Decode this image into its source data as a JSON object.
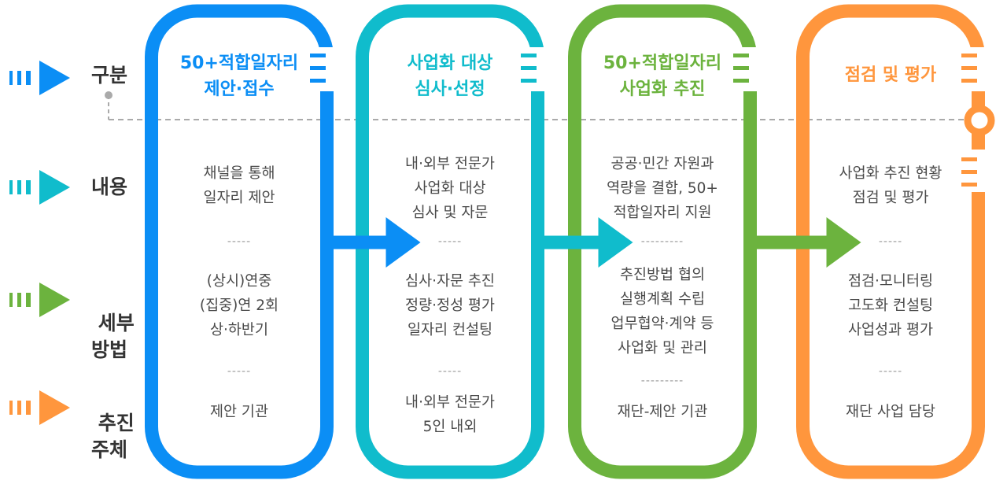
{
  "colors": {
    "blue": "#0b8ef5",
    "teal": "#10bccc",
    "green": "#6cb33e",
    "orange": "#ff963d",
    "dashed_line": "#aaaaaa"
  },
  "row_labels": [
    {
      "text": "구분",
      "color": "#0b8ef5"
    },
    {
      "text": "내용",
      "color": "#10bccc"
    },
    {
      "text": "세부\n방법",
      "color": "#6cb33e"
    },
    {
      "text": "추진\n주체",
      "color": "#ff963d"
    }
  ],
  "columns": [
    {
      "color": "#0b8ef5",
      "title": "50+적합일자리\n제안·접수",
      "content": "채널을 통해\n일자리 제안",
      "separator1": "-----",
      "method": "(상시)연중\n(집중)연 2회\n상·하반기",
      "separator2": "-----",
      "actor": "제안 기관"
    },
    {
      "color": "#10bccc",
      "title": "사업화 대상\n심사·선정",
      "content": "내·외부 전문가\n사업화 대상\n심사 및 자문",
      "separator1": "-----",
      "method": "심사·자문 추진\n정량·정성 평가\n일자리 컨설팅",
      "separator2": "-----",
      "actor": "내·외부 전문가\n5인 내외"
    },
    {
      "color": "#6cb33e",
      "title": "50+적합일자리\n사업화 추진",
      "content": "공공·민간 자원과\n역량을 결합, 50+\n적합일자리 지원",
      "separator1": "---------",
      "method": "추진방법 협의\n실행계획 수립\n업무협약·계약 등\n사업화 및 관리",
      "separator2": "---------",
      "actor": "재단-제안 기관"
    },
    {
      "color": "#ff963d",
      "title": "점검 및 평가",
      "content": "사업화 추진 현황\n점검 및 평가",
      "separator1": "-----",
      "method": "점검·모니터링\n고도화 컨설팅\n사업성과 평가",
      "separator2": "-----",
      "actor": "재단 사업 담당"
    }
  ]
}
